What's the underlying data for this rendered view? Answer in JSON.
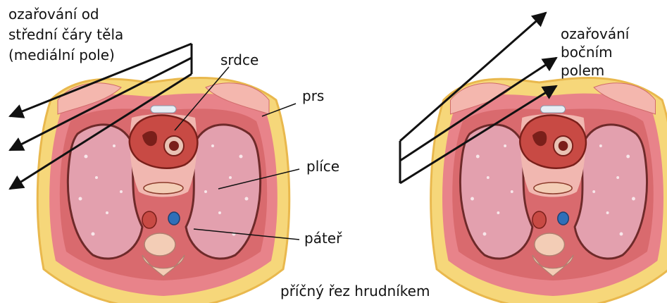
{
  "labels": {
    "medial_field": [
      "ozařování od",
      "střední čáry těla",
      "(mediální pole)"
    ],
    "heart": "srdce",
    "breast": "prs",
    "lungs": "plíce",
    "spine": "páteř",
    "lateral_field": [
      "ozařování",
      "bočním",
      "polem"
    ],
    "caption": "příčný řez hrudníkem"
  },
  "colors": {
    "fat": "#F6D77A",
    "fat_edge": "#E9B84D",
    "skin": "#E8838A",
    "muscle": "#D96A6E",
    "lung": "#E3A0AE",
    "lung_edge": "#6E2A2A",
    "heart": "#C84A44",
    "heart_dark": "#7A1F1A",
    "bone": "#F3CDB6",
    "vessel_blue": "#2F6FB8",
    "arrow": "#111111"
  }
}
